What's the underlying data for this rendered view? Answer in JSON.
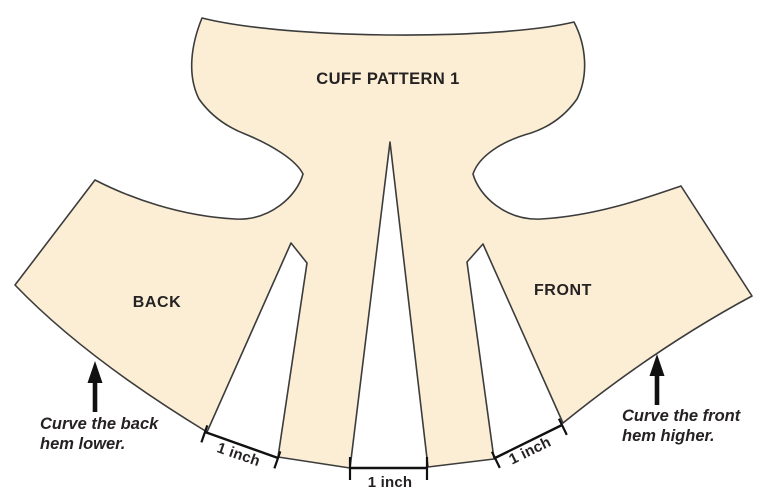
{
  "diagram": {
    "title": "CUFF PATTERN 1",
    "back_label": "BACK",
    "front_label": "FRONT",
    "back_note_line1": "Curve the back",
    "back_note_line2": "hem lower.",
    "front_note_line1": "Curve the front",
    "front_note_line2": "hem higher.",
    "measure_left": "1 inch",
    "measure_center": "1 inch",
    "measure_right": "1 inch",
    "colors": {
      "fabric_fill": "#FBEED4",
      "outline": "#3C3C3C",
      "text": "#262223",
      "annotation": "#111111"
    }
  }
}
